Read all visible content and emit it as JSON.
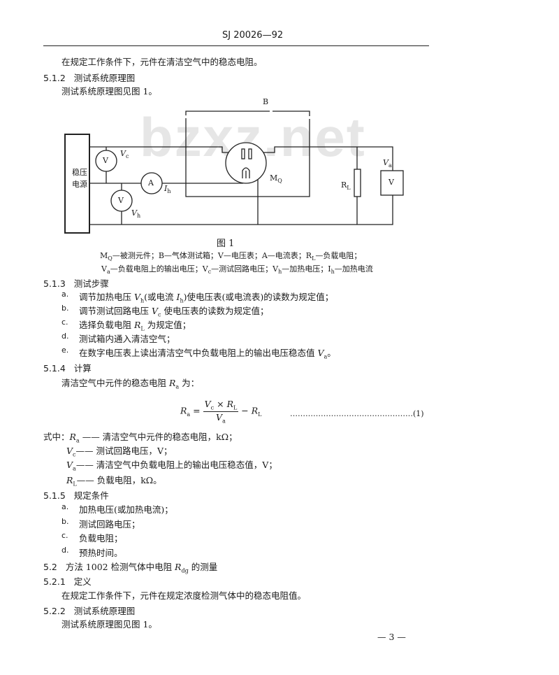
{
  "header": "SJ 20026—92",
  "watermark": "bzxz.net",
  "intro": "在规定工作条件下，元件在清洁空气中的稳态电阻。",
  "s512": {
    "num": "5.1.2",
    "title": "测试系统原理图",
    "text": "测试系统原理图见图 1。"
  },
  "figure": {
    "power": [
      "稳压",
      "电源"
    ],
    "B": "B",
    "V": "V",
    "A": "A",
    "Vc": "V",
    "Vc_sub": "c",
    "Vh": "V",
    "Vh_sub": "h",
    "Ih": "I",
    "Ih_sub": "h",
    "MQ": "M",
    "MQ_sub": "Q",
    "RL": "R",
    "RL_sub": "L",
    "Va": "V",
    "Va_sub": "a",
    "title": "图 1",
    "caption1": "M<sub>Q</sub>—被测元件；B—气体测试箱；V—电压表；A—电流表；R<sub>L</sub>—负载电阻；",
    "caption2": "V<sub>a</sub>—负载电阻上的输出电压；V<sub>c</sub>—测试回路电压；V<sub>h</sub>—加热电压；I<sub>h</sub>—加热电流"
  },
  "s513": {
    "num": "5.1.3",
    "title": "测试步骤",
    "items": [
      {
        "m": "a.",
        "t": "调节加热电压 <i>V</i><sub>h</sub>(或电流 <i>I</i><sub>h</sub>)使电压表(或电流表)的读数为规定值；"
      },
      {
        "m": "b.",
        "t": "调节测试回路电压 <i>V</i><sub>c</sub> 使电压表的读数为规定值；"
      },
      {
        "m": "c.",
        "t": "选择负载电阻 <i>R</i><sub>L</sub> 为规定值；"
      },
      {
        "m": "d.",
        "t": "测试箱内通入清洁空气；"
      },
      {
        "m": "e.",
        "t": "在数字电压表上读出清洁空气中负载电阻上的输出电压稳态值 <i>V</i><sub>a</sub>。"
      }
    ]
  },
  "s514": {
    "num": "5.1.4",
    "title": "计算",
    "text": "清洁空气中元件的稳态电阻 <i>R</i><sub>a</sub> 为：",
    "eq_no": "…………………………………………(1)",
    "where": [
      "式中：<i>R</i><sub>a</sub> —— 清洁空气中元件的稳态电阻，kΩ；",
      "<i>V</i><sub>c</sub>—— 测试回路电压，V；",
      "<i>V</i><sub>a</sub>—— 清洁空气中负载电阻上的输出电压稳态值，V；",
      "<i>R</i><sub>L</sub>—— 负载电阻，kΩ。"
    ]
  },
  "s515": {
    "num": "5.1.5",
    "title": "规定条件",
    "items": [
      {
        "m": "a.",
        "t": "加热电压(或加热电流)；"
      },
      {
        "m": "b.",
        "t": "测试回路电压；"
      },
      {
        "m": "c.",
        "t": "负载电阻；"
      },
      {
        "m": "d.",
        "t": "预热时间。"
      }
    ]
  },
  "s52": {
    "num": "5.2",
    "title": "方法 1002 检测气体中电阻 <i>R</i><sub>dg</sub> 的测量"
  },
  "s521": {
    "num": "5.2.1",
    "title": "定义",
    "text": "在规定工作条件下，元件在规定浓度检测气体中的稳态电阻值。"
  },
  "s522": {
    "num": "5.2.2",
    "title": "测试系统原理图",
    "text": "测试系统原理图见图 1。"
  },
  "page_number": "— 3 —"
}
